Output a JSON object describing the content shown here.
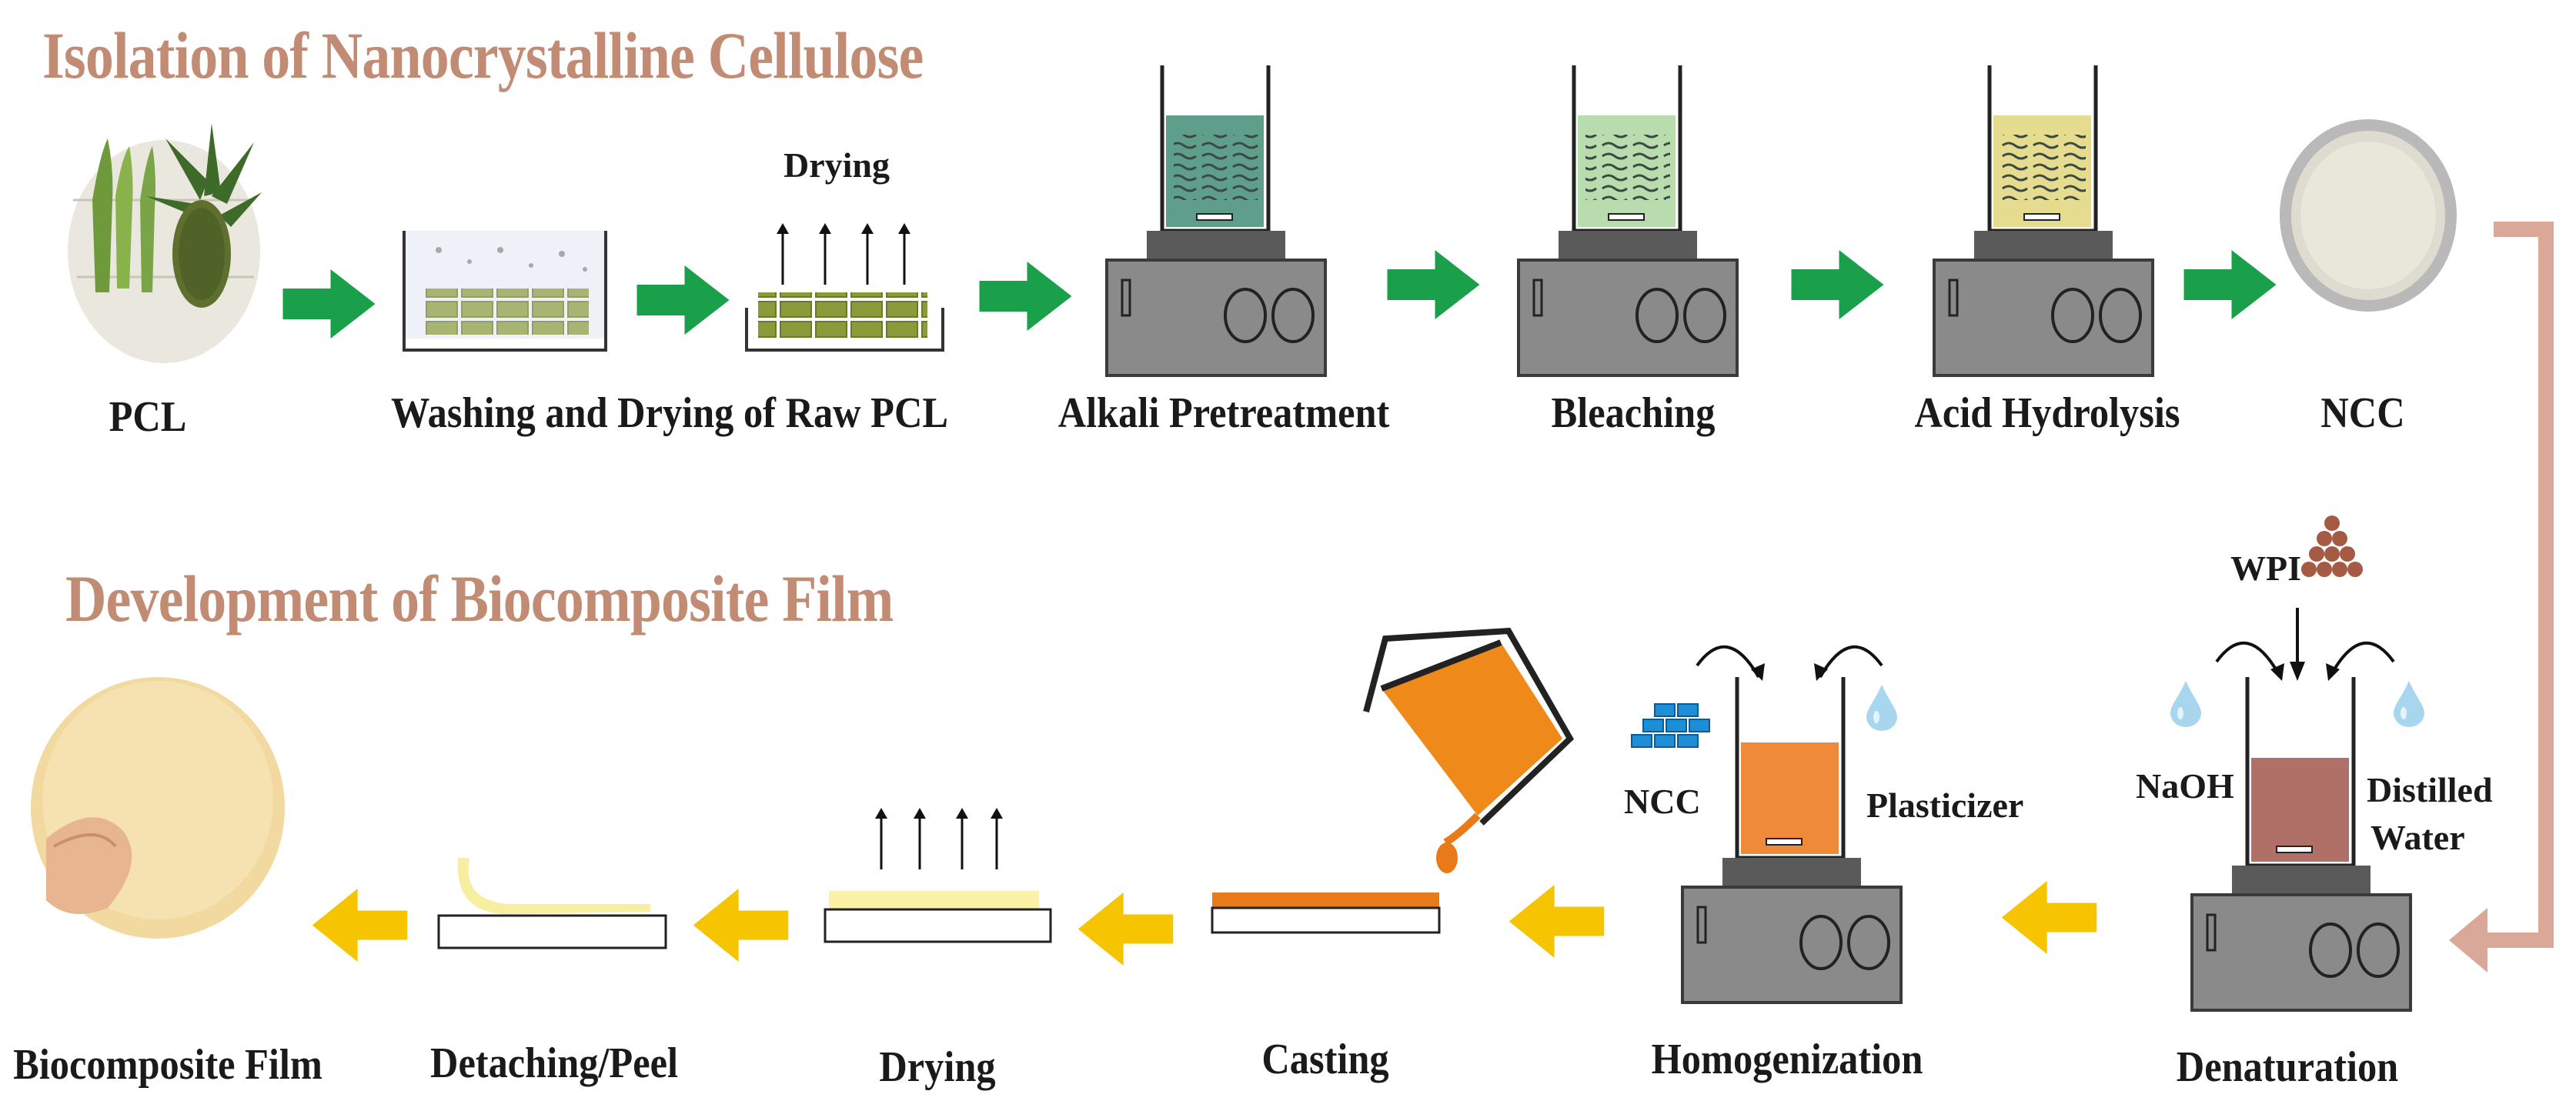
{
  "sections": {
    "top_title": "Isolation of Nanocrystalline Cellulose",
    "bottom_title": "Development of Biocomposite Film"
  },
  "top_steps": [
    "PCL",
    "Washing and Drying of Raw PCL",
    "Alkali Pretreatment",
    "Bleaching",
    "Acid Hydrolysis",
    "NCC"
  ],
  "bottom_steps": [
    "Biocomposite Film",
    "Detaching/Peel",
    "Drying",
    "Casting",
    "Homogenization",
    "Denaturation"
  ],
  "annotations": {
    "drying_top": "Drying",
    "wpi": "WPI",
    "naoh": "NaOH",
    "distilled_water_1": "Distilled",
    "distilled_water_2": "Water",
    "ncc_input": "NCC",
    "plasticizer": "Plasticizer"
  },
  "colors": {
    "heading": "#c28b73",
    "top_arrows": "#1aa04a",
    "bottom_arrows": "#f6c400",
    "connector": "#d9a899",
    "alkali_solution": "#5f9e8a",
    "bleach_solution": "#b9dcae",
    "acid_solution": "#e6dc90",
    "homogenization_solution": "#ef8a3a",
    "denaturation_solution": "#b07068",
    "casting_film": "#e87a1a",
    "drying_film": "#fbf2a8",
    "peel_film": "#f8eea0"
  }
}
